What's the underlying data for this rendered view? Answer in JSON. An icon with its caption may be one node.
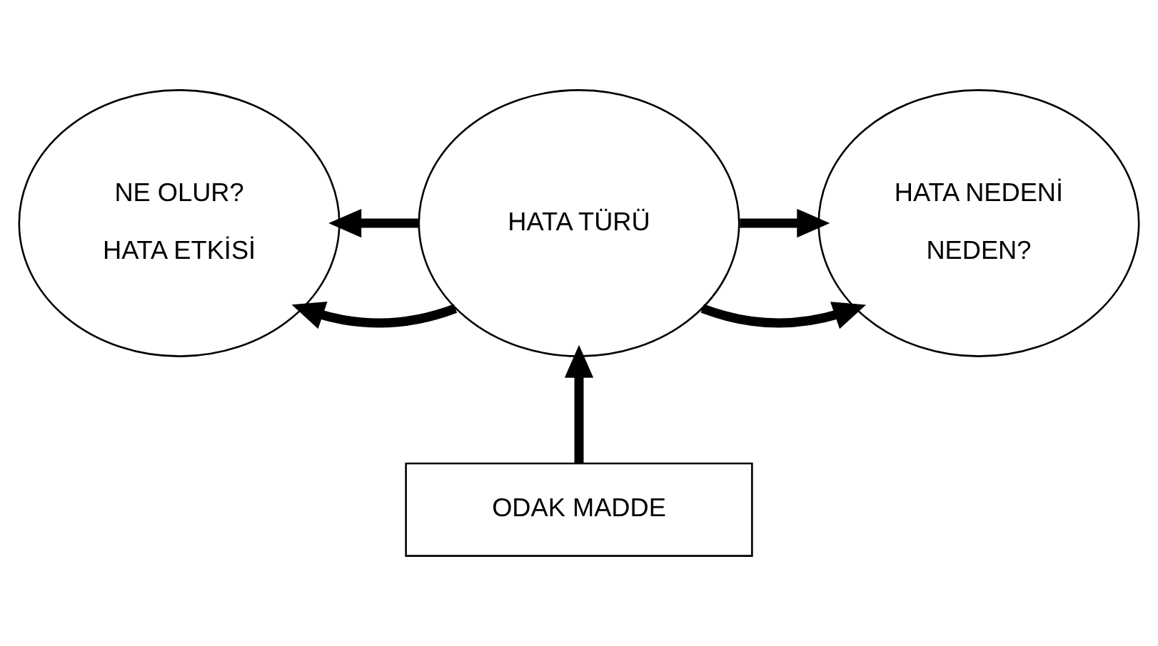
{
  "diagram": {
    "nodes": [
      {
        "text": [
          "NE OLUR?",
          "HATA ETKİSİ"
        ]
      },
      {
        "text": [
          "HATA TÜRÜ"
        ]
      },
      {
        "text": [
          "HATA NEDENİ",
          "NEDEN?"
        ]
      },
      {
        "text": [
          "ODAK MADDE"
        ]
      }
    ],
    "edges": [
      {
        "from": 1,
        "to": 0,
        "arrow": "to"
      },
      {
        "from": 1,
        "to": 2,
        "arrow": "to"
      },
      {
        "from": 1,
        "to": 2,
        "arrow": "to"
      },
      {
        "from": 1,
        "to": 0,
        "arrow": "to"
      },
      {
        "from": 3,
        "to": 1,
        "arrow": "to"
      }
    ]
  }
}
